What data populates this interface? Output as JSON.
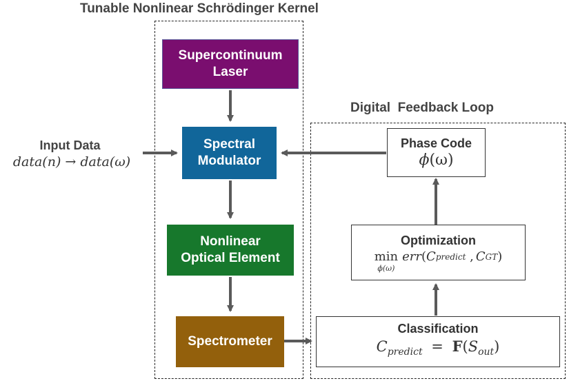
{
  "kernel": {
    "title": "Tunable Nonlinear Schrödinger Kernel",
    "blocks": {
      "laser": {
        "line1": "Supercontinuum",
        "line2": "Laser",
        "color": "#7a0e6f"
      },
      "modulator": {
        "line1": "Spectral",
        "line2": "Modulator",
        "color": "#11669a"
      },
      "nonlinear": {
        "line1": "Nonlinear",
        "line2": "Optical Element",
        "color": "#17782c"
      },
      "spectrometer": {
        "label": "Spectrometer",
        "color": "#93600c"
      }
    }
  },
  "input": {
    "label": "Input Data",
    "math": {
      "lhs": "data(n)",
      "arrow": "→",
      "rhs": "data(ω)"
    }
  },
  "feedback": {
    "title": "Digital  Feedback Loop",
    "phase_code": {
      "title": "Phase Code",
      "math": {
        "phi": "ϕ",
        "arg": "(ω)"
      }
    },
    "optimization": {
      "title": "Optimization",
      "math": {
        "min": "min",
        "min_sub": "ϕ(ω)",
        "err": "err",
        "c": "C",
        "predict_sub": "predict",
        "sep": " ,",
        "gt_sub": "GT",
        "open": "(",
        "close": ")"
      }
    },
    "classification": {
      "title": "Classification",
      "math": {
        "c": "C",
        "predict_sub": "predict",
        "eq": "=",
        "f": "F",
        "s": "S",
        "out_sub": "out",
        "open": "(",
        "close": ")"
      }
    }
  },
  "colors": {
    "arrow": "#5a5a5a",
    "frame": "#222222",
    "title_text": "#444444"
  }
}
